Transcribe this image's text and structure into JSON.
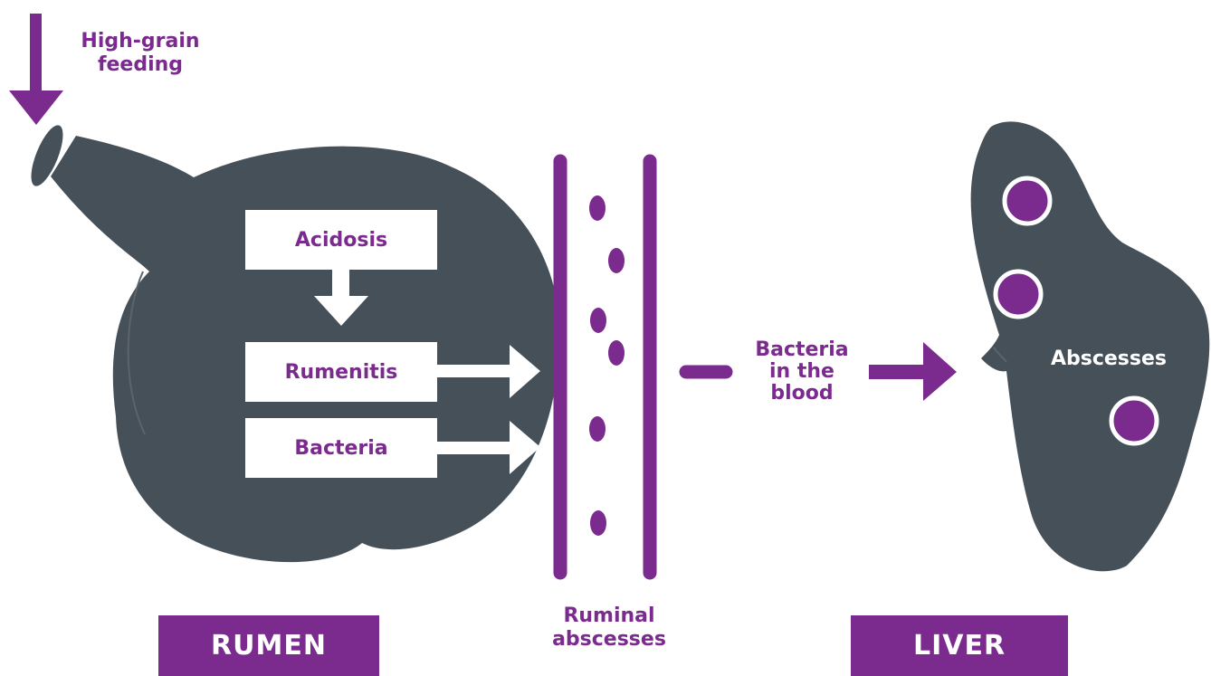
{
  "colors": {
    "organ": "#465059",
    "accent": "#7B2A8E",
    "background": "#ffffff"
  },
  "input": {
    "line1": "High-grain",
    "line2": "feeding"
  },
  "rumen": {
    "process_steps": [
      "Acidosis",
      "Rumenitis",
      "Bacteria"
    ],
    "label": "RUMEN"
  },
  "wall": {
    "line1": "Ruminal",
    "line2": "abscesses"
  },
  "transfer": {
    "line1": "Bacteria",
    "line2": "in the",
    "line3": "blood"
  },
  "liver": {
    "lesion_label": "Abscesses",
    "label": "LIVER"
  }
}
